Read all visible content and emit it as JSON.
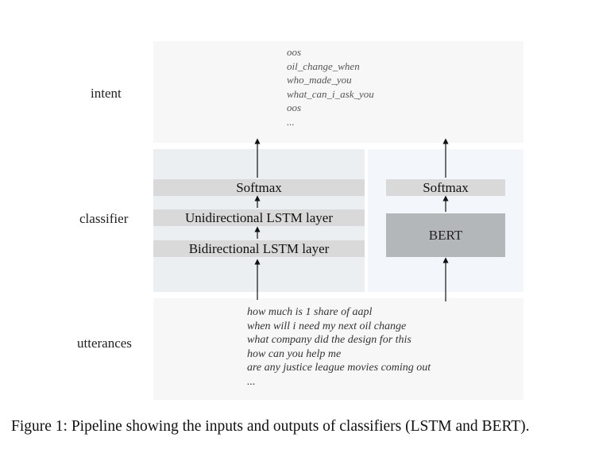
{
  "row_labels": {
    "intent": "intent",
    "classifier": "classifier",
    "utterances": "utterances"
  },
  "intents": [
    "oos",
    "oil_change_when",
    "who_made_you",
    "what_can_i_ask_you",
    "oos",
    "..."
  ],
  "utterances": [
    "how much is 1 share of aapl",
    "when will i need my next oil change",
    "what company did the design for this",
    "how can you help me",
    "are any justice league movies coming out",
    "..."
  ],
  "lstm": {
    "softmax": "Softmax",
    "unidirectional": "Unidirectional LSTM layer",
    "bidirectional": "Bidirectional LSTM layer"
  },
  "bert": {
    "softmax": "Softmax",
    "model": "BERT"
  },
  "caption": "Figure 1: Pipeline showing the inputs and outputs of classifiers (LSTM and BERT)."
}
